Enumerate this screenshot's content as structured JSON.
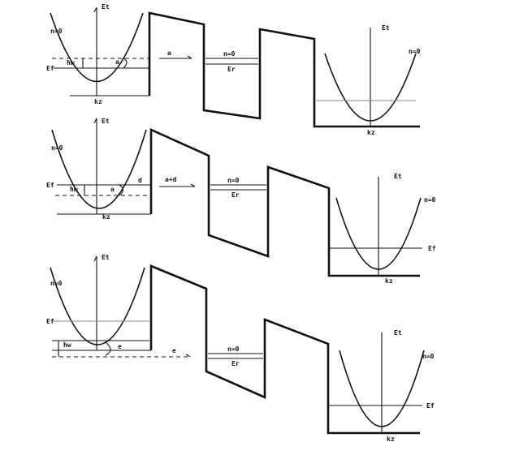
{
  "labels": {
    "energy": "Et",
    "wavevector": "kz",
    "subband": "n=0",
    "fermi": "Ef",
    "phonon": "ħw",
    "barrier_level": "Er"
  },
  "panels": [
    {
      "left_label": "Ef",
      "right_label": "",
      "process_labels": [
        "a"
      ],
      "transfer_label": "a",
      "right_subband_label": "n=0",
      "right_well_level": "Er"
    },
    {
      "left_label": "Ef",
      "right_label": "Ef",
      "process_labels": [
        "a",
        "d"
      ],
      "transfer_label": "a+d",
      "right_subband_label": "n=0",
      "right_well_level": "Er"
    },
    {
      "left_label": "Ef",
      "right_label": "Ef",
      "process_labels": [
        "e"
      ],
      "transfer_label": "e",
      "right_subband_label": "n=0",
      "right_well_level": "Er"
    }
  ],
  "colors": {
    "ink": "#111111",
    "background": "#ffffff"
  }
}
